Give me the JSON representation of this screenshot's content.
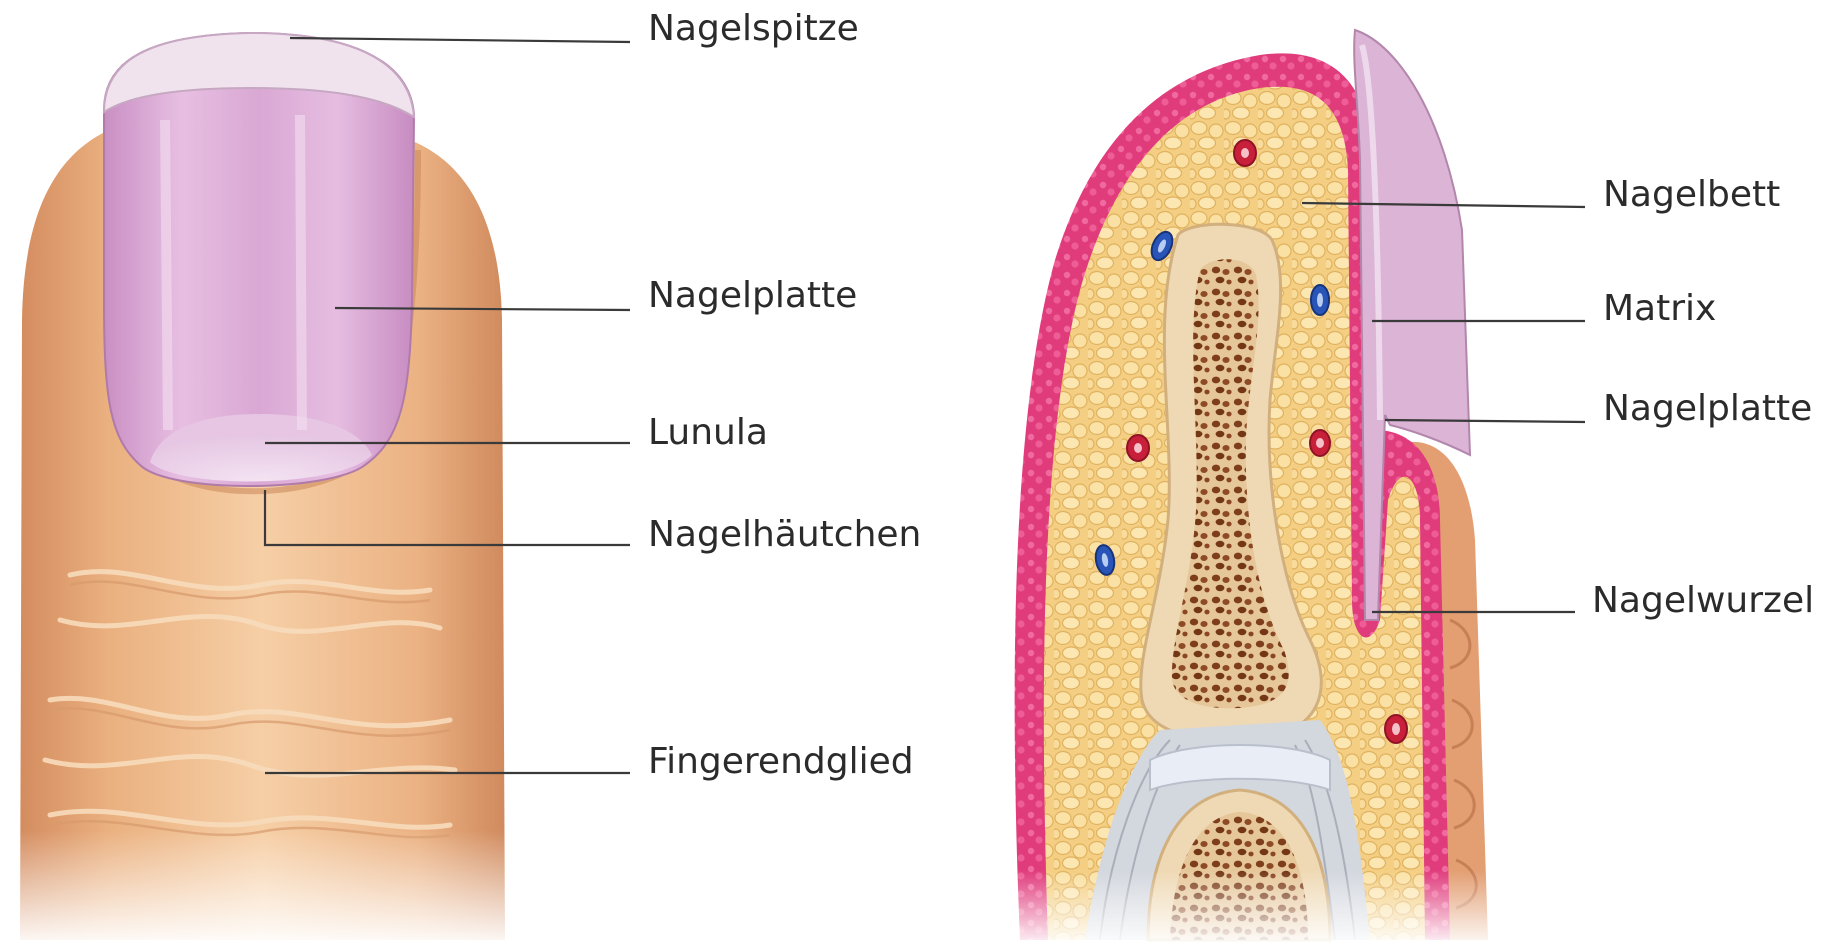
{
  "left_labels": {
    "tip": "Nagelspitze",
    "plate": "Nagelplatte",
    "lunula": "Lunula",
    "cuticle": "Nagelhäutchen",
    "distal_phalanx": "Fingerendglied"
  },
  "right_labels": {
    "nail_bed": "Nagelbett",
    "matrix": "Matrix",
    "plate": "Nagelplatte",
    "root": "Nagelwurzel"
  },
  "colors": {
    "skin": "#eeb788",
    "skin_dark": "#d5916a",
    "nail": "#dfb3d9",
    "tissue_pink": "#e44a86",
    "fat_yellow": "#f6d489",
    "bone": "#e9d0a9",
    "marrow": "#8a4a26",
    "artery": "#c8203a",
    "vein": "#2a55b8",
    "ligament": "#c9cdd6"
  }
}
